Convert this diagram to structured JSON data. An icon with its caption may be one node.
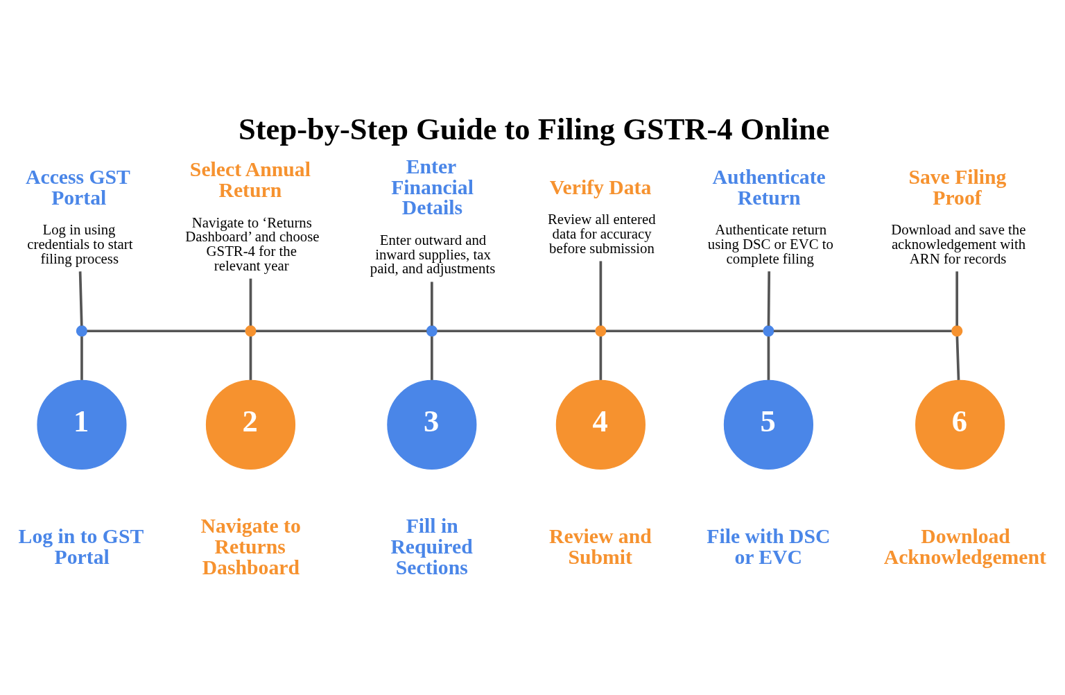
{
  "diagram": {
    "title": "Step-by-Step Guide to Filing GSTR-4 Online",
    "nodes": [
      {
        "text": [
          "Access GST Portal",
          "Log in using credentials to start filing process"
        ]
      },
      {
        "text": [],
        "shape": "circle"
      },
      {
        "text": [
          "1"
        ],
        "beside": [
          "Log in to GST Portal"
        ]
      },
      {
        "text": [
          "Select Annual Return",
          "Navigate to ‘Returns Dashboard’ and choose GSTR-4 for the relevant year"
        ]
      },
      {
        "text": [],
        "shape": "circle"
      },
      {
        "text": [
          "2"
        ],
        "beside": [
          "Navigate to Returns Dashboard"
        ]
      },
      {
        "text": [
          "Enter Financial Details",
          "Enter outward and inward supplies, tax paid, and adjustments"
        ]
      },
      {
        "text": [],
        "shape": "circle"
      },
      {
        "text": [
          "3"
        ],
        "beside": [
          "Fill in Required Sections"
        ]
      },
      {
        "text": [
          "Verify Data",
          "Review all entered data for accuracy before submission"
        ]
      },
      {
        "text": [],
        "shape": "circle"
      },
      {
        "text": [
          "4"
        ],
        "beside": [
          "Review and Submit"
        ]
      },
      {
        "text": [
          "Authenticate Return",
          "Authenticate return using DSC or EVC to complete filing"
        ]
      },
      {
        "text": [],
        "shape": "circle"
      },
      {
        "text": [
          "5"
        ],
        "beside": [
          "File with DSC or EVC"
        ]
      },
      {
        "text": [
          "Save Filing Proof",
          "Download and save the acknowledgement with ARN for records"
        ]
      },
      {
        "text": [],
        "shape": "circle"
      },
      {
        "text": [
          "6"
        ],
        "beside": [
          "Download Acknowledgement"
        ]
      }
    ],
    "edges": [
      {
        "from": 0,
        "to": 1,
        "arrow": "none"
      },
      {
        "from": 1,
        "to": 2,
        "arrow": "none"
      },
      {
        "from": 3,
        "to": 4,
        "arrow": "none"
      },
      {
        "from": 4,
        "to": 5,
        "arrow": "none"
      },
      {
        "from": 6,
        "to": 7,
        "arrow": "none"
      },
      {
        "from": 7,
        "to": 8,
        "arrow": "none"
      },
      {
        "from": 9,
        "to": 10,
        "arrow": "none"
      },
      {
        "from": 10,
        "to": 11,
        "arrow": "none"
      },
      {
        "from": 12,
        "to": 13,
        "arrow": "none"
      },
      {
        "from": 13,
        "to": 14,
        "arrow": "none"
      },
      {
        "from": 15,
        "to": 16,
        "arrow": "none"
      },
      {
        "from": 16,
        "to": 17,
        "arrow": "none"
      },
      {
        "from": 1,
        "to": 4,
        "arrow": "none"
      },
      {
        "from": 4,
        "to": 7,
        "arrow": "none"
      },
      {
        "from": 7,
        "to": 10,
        "arrow": "none"
      },
      {
        "from": 10,
        "to": 13,
        "arrow": "none"
      },
      {
        "from": 13,
        "to": 16,
        "arrow": "none"
      }
    ]
  }
}
